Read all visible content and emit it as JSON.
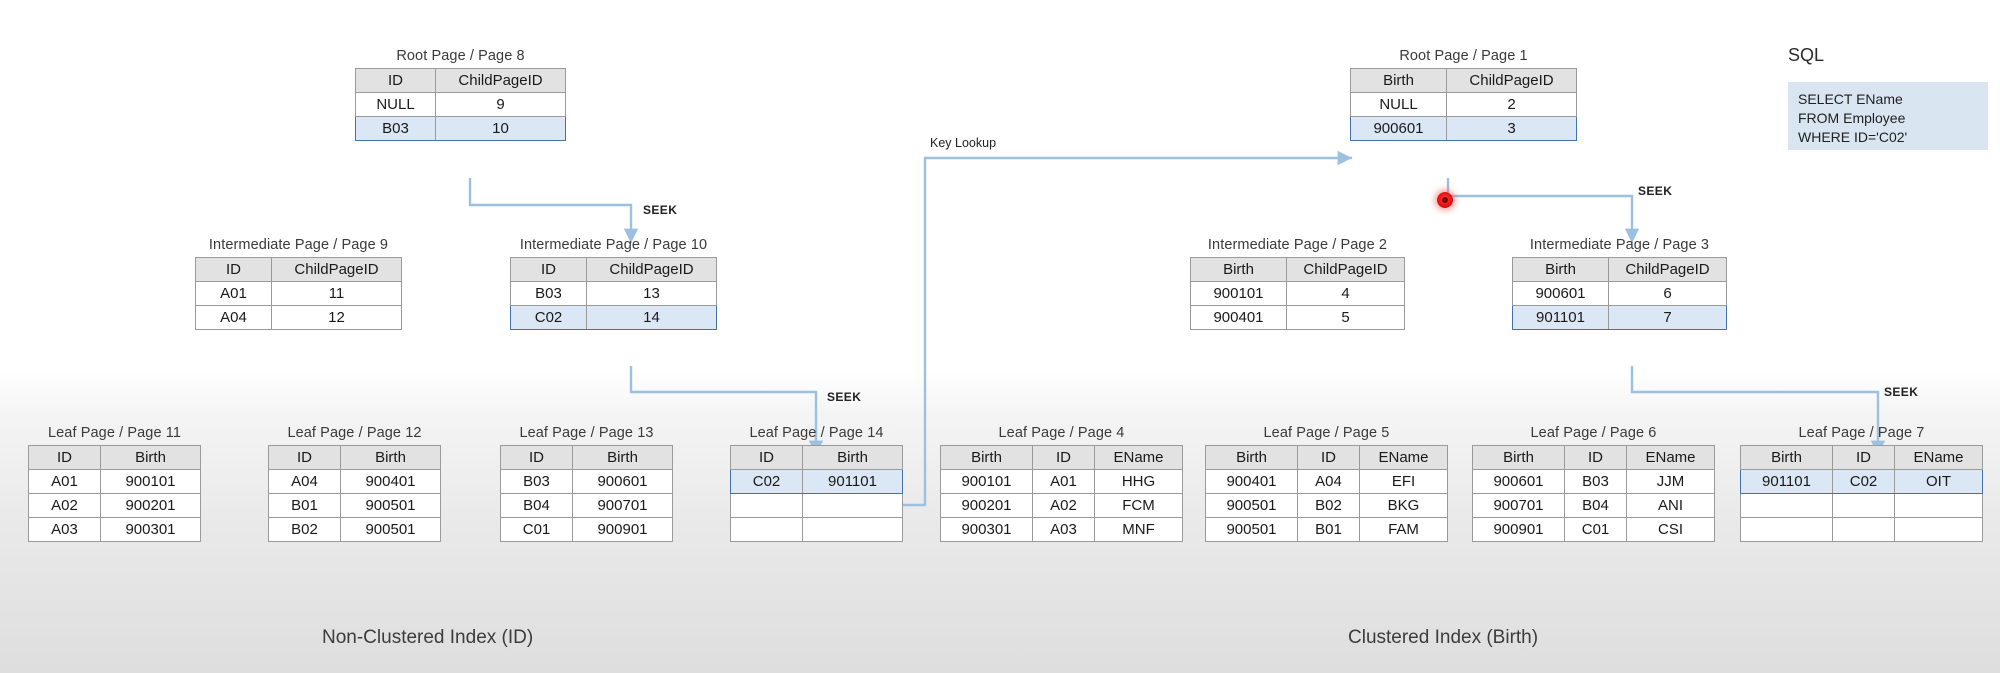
{
  "diagram": {
    "zones": [
      {
        "id": "non-clustered",
        "label": "Non-Clustered Index (ID)"
      },
      {
        "id": "clustered",
        "label": "Clustered Index (Birth)"
      }
    ],
    "edge_labels": {
      "seek": "SEEK",
      "key_lookup": "Key Lookup"
    },
    "sql": {
      "title": "SQL",
      "query": "SELECT EName\nFROM Employee\nWHERE ID='C02'"
    },
    "nodes": [
      {
        "id": "page8",
        "title": "Root Page / Page 8",
        "headers": [
          "ID",
          "ChildPageID"
        ],
        "rows": [
          {
            "cells": [
              "NULL",
              "9"
            ],
            "highlight": false
          },
          {
            "cells": [
              "B03",
              "10"
            ],
            "highlight": true
          }
        ]
      },
      {
        "id": "page9",
        "title": "Intermediate Page / Page 9",
        "headers": [
          "ID",
          "ChildPageID"
        ],
        "rows": [
          {
            "cells": [
              "A01",
              "11"
            ],
            "highlight": false
          },
          {
            "cells": [
              "A04",
              "12"
            ],
            "highlight": false
          }
        ]
      },
      {
        "id": "page10",
        "title": "Intermediate Page / Page 10",
        "headers": [
          "ID",
          "ChildPageID"
        ],
        "rows": [
          {
            "cells": [
              "B03",
              "13"
            ],
            "highlight": false
          },
          {
            "cells": [
              "C02",
              "14"
            ],
            "highlight": true
          }
        ]
      },
      {
        "id": "page11",
        "title": "Leaf Page / Page 11",
        "headers": [
          "ID",
          "Birth"
        ],
        "rows": [
          {
            "cells": [
              "A01",
              "900101"
            ],
            "highlight": false
          },
          {
            "cells": [
              "A02",
              "900201"
            ],
            "highlight": false
          },
          {
            "cells": [
              "A03",
              "900301"
            ],
            "highlight": false
          }
        ]
      },
      {
        "id": "page12",
        "title": "Leaf Page / Page 12",
        "headers": [
          "ID",
          "Birth"
        ],
        "rows": [
          {
            "cells": [
              "A04",
              "900401"
            ],
            "highlight": false
          },
          {
            "cells": [
              "B01",
              "900501"
            ],
            "highlight": false
          },
          {
            "cells": [
              "B02",
              "900501"
            ],
            "highlight": false
          }
        ]
      },
      {
        "id": "page13",
        "title": "Leaf Page / Page 13",
        "headers": [
          "ID",
          "Birth"
        ],
        "rows": [
          {
            "cells": [
              "B03",
              "900601"
            ],
            "highlight": false
          },
          {
            "cells": [
              "B04",
              "900701"
            ],
            "highlight": false
          },
          {
            "cells": [
              "C01",
              "900901"
            ],
            "highlight": false
          }
        ]
      },
      {
        "id": "page14",
        "title": "Leaf Page / Page 14",
        "headers": [
          "ID",
          "Birth"
        ],
        "rows": [
          {
            "cells": [
              "C02",
              "901101"
            ],
            "highlight": true
          },
          {
            "cells": [
              "",
              ""
            ],
            "highlight": false
          },
          {
            "cells": [
              "",
              ""
            ],
            "highlight": false
          }
        ]
      },
      {
        "id": "page1",
        "title": "Root Page / Page 1",
        "headers": [
          "Birth",
          "ChildPageID"
        ],
        "rows": [
          {
            "cells": [
              "NULL",
              "2"
            ],
            "highlight": false
          },
          {
            "cells": [
              "900601",
              "3"
            ],
            "highlight": true
          }
        ]
      },
      {
        "id": "page2",
        "title": "Intermediate Page / Page 2",
        "headers": [
          "Birth",
          "ChildPageID"
        ],
        "rows": [
          {
            "cells": [
              "900101",
              "4"
            ],
            "highlight": false
          },
          {
            "cells": [
              "900401",
              "5"
            ],
            "highlight": false
          }
        ]
      },
      {
        "id": "page3",
        "title": "Intermediate Page / Page 3",
        "headers": [
          "Birth",
          "ChildPageID"
        ],
        "rows": [
          {
            "cells": [
              "900601",
              "6"
            ],
            "highlight": false
          },
          {
            "cells": [
              "901101",
              "7"
            ],
            "highlight": true
          }
        ]
      },
      {
        "id": "page4",
        "title": "Leaf Page / Page 4",
        "headers": [
          "Birth",
          "ID",
          "EName"
        ],
        "rows": [
          {
            "cells": [
              "900101",
              "A01",
              "HHG"
            ],
            "highlight": false
          },
          {
            "cells": [
              "900201",
              "A02",
              "FCM"
            ],
            "highlight": false
          },
          {
            "cells": [
              "900301",
              "A03",
              "MNF"
            ],
            "highlight": false
          }
        ]
      },
      {
        "id": "page5",
        "title": "Leaf Page / Page 5",
        "headers": [
          "Birth",
          "ID",
          "EName"
        ],
        "rows": [
          {
            "cells": [
              "900401",
              "A04",
              "EFI"
            ],
            "highlight": false
          },
          {
            "cells": [
              "900501",
              "B02",
              "BKG"
            ],
            "highlight": false
          },
          {
            "cells": [
              "900501",
              "B01",
              "FAM"
            ],
            "highlight": false
          }
        ]
      },
      {
        "id": "page6",
        "title": "Leaf Page / Page 6",
        "headers": [
          "Birth",
          "ID",
          "EName"
        ],
        "rows": [
          {
            "cells": [
              "900601",
              "B03",
              "JJM"
            ],
            "highlight": false
          },
          {
            "cells": [
              "900701",
              "B04",
              "ANI"
            ],
            "highlight": false
          },
          {
            "cells": [
              "900901",
              "C01",
              "CSI"
            ],
            "highlight": false
          }
        ]
      },
      {
        "id": "page7",
        "title": "Leaf Page / Page 7",
        "headers": [
          "Birth",
          "ID",
          "EName"
        ],
        "rows": [
          {
            "cells": [
              "901101",
              "C02",
              "OIT"
            ],
            "highlight": true
          },
          {
            "cells": [
              "",
              "",
              ""
            ],
            "highlight": false
          },
          {
            "cells": [
              "",
              "",
              ""
            ],
            "highlight": false
          }
        ]
      }
    ],
    "colors": {
      "highlight_fill": "#dbe7f4",
      "highlight_border": "#4472a8",
      "wire": "#9cc0e0",
      "marker": "#e01010",
      "sql_box": "#dae5f2"
    }
  }
}
